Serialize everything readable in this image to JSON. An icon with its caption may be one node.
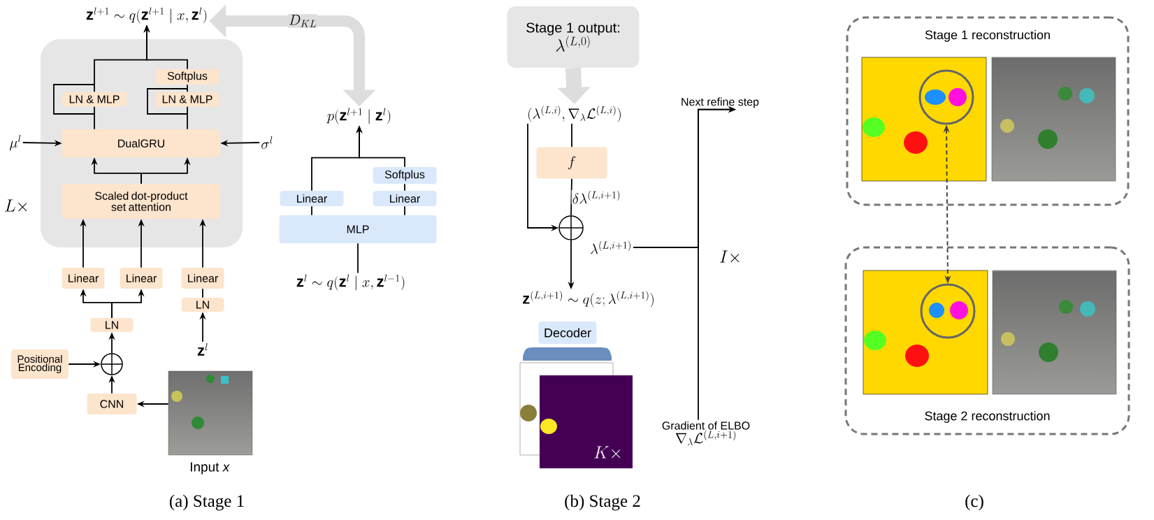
{
  "diagram": {
    "nodes": [
      {
        "text": [
          "\\mathbf{z}^{l+1} \\sim q(\\mathbf{z}^{l+1} \\mid x, \\mathbf{z}^{l})"
        ]
      },
      {
        "text": [],
        "shape": "box",
        "beside": [
          "L\\times"
        ]
      },
      {
        "text": [
          "Softplus"
        ],
        "in": 1
      },
      {
        "text": [
          "LN & MLP"
        ],
        "in": 1
      },
      {
        "text": [
          "LN & MLP"
        ],
        "in": 1
      },
      {
        "text": [
          "\\mu^{l}"
        ]
      },
      {
        "text": [
          "DualGRU"
        ],
        "in": 1
      },
      {
        "text": [
          "\\sigma^{l}"
        ]
      },
      {
        "text": [
          "Scaled dot-product set attention"
        ],
        "in": 1
      },
      {
        "text": [
          "p(\\mathbf{z}^{l+1} \\mid \\mathbf{z}^{l})"
        ]
      },
      {
        "text": [
          "Softplus"
        ]
      },
      {
        "text": [
          "Linear"
        ]
      },
      {
        "text": [
          "Linear"
        ]
      },
      {
        "text": [
          "MLP"
        ]
      },
      {
        "text": [
          "Linear"
        ]
      },
      {
        "text": [
          "Linear"
        ]
      },
      {
        "text": [
          "Linear"
        ]
      },
      {
        "text": [
          "\\mathbf{z}^{l} \\sim q(\\mathbf{z}^{l} \\mid x, \\mathbf{z}^{l-1})"
        ]
      },
      {
        "text": [
          "LN"
        ]
      },
      {
        "text": [
          "LN"
        ]
      },
      {
        "text": [
          "\\mathbf{z}^{l}"
        ]
      },
      {
        "text": [
          "Positional Encoding"
        ]
      },
      {
        "text": [],
        "shape": "circle"
      },
      {
        "text": [
          "CNN"
        ]
      },
      {
        "text": [],
        "shape": "picture",
        "beside": [
          "Input *x*"
        ]
      },
      {
        "text": [
          "Stage 1 output:",
          "\\lambda^{(L,0)}"
        ]
      },
      {
        "text": [
          "(\\lambda^{(L,i)}, \\nabla_{\\lambda}\\mathcal{L}^{(L,i)})"
        ]
      },
      {
        "text": [
          "Next refine step"
        ]
      },
      {
        "text": [
          "f"
        ]
      },
      {
        "text": [],
        "shape": "circle"
      },
      {
        "text": [
          "\\lambda^{(L,i+1)}"
        ]
      },
      {
        "text": [
          "\\mathbf{z}^{(L,i+1)} \\sim q(z; \\lambda^{(L,i+1)})"
        ]
      },
      {
        "text": [
          "Decoder"
        ]
      },
      {
        "text": [
          "Gradient of ELBO",
          "\\nabla_{\\lambda}\\mathcal{L}^{(L,i+1)}"
        ]
      },
      {
        "text": [
          "Stage 1 reconstruction"
        ]
      },
      {
        "text": [],
        "shape": "circle",
        "in": 34
      },
      {
        "text": [
          "Stage 2 reconstruction"
        ]
      },
      {
        "text": [],
        "shape": "circle",
        "in": 36
      }
    ],
    "edges": [
      {
        "from": 24,
        "to": 23,
        "arrow": "to"
      },
      {
        "from": 23,
        "to": 22,
        "arrow": "to"
      },
      {
        "from": 21,
        "to": 22,
        "arrow": "to"
      },
      {
        "from": 22,
        "to": 19,
        "arrow": "to"
      },
      {
        "from": 19,
        "to": 14,
        "arrow": "to"
      },
      {
        "from": 19,
        "to": 15,
        "arrow": "to"
      },
      {
        "from": 20,
        "to": 18,
        "arrow": "to"
      },
      {
        "from": 18,
        "to": 16,
        "arrow": "none"
      },
      {
        "from": 14,
        "to": 8,
        "arrow": "to"
      },
      {
        "from": 15,
        "to": 8,
        "arrow": "to"
      },
      {
        "from": 16,
        "to": 8,
        "arrow": "to"
      },
      {
        "from": 8,
        "to": 6,
        "arrow": "to"
      },
      {
        "from": 8,
        "to": 6,
        "arrow": "to"
      },
      {
        "from": 5,
        "to": 6,
        "arrow": "to"
      },
      {
        "from": 7,
        "to": 6,
        "arrow": "to"
      },
      {
        "from": 6,
        "to": 3,
        "arrow": "none"
      },
      {
        "from": 6,
        "to": 4,
        "arrow": "none"
      },
      {
        "from": 4,
        "to": 2,
        "arrow": "none"
      },
      {
        "from": 3,
        "to": 0,
        "arrow": "to"
      },
      {
        "from": 2,
        "to": 0,
        "arrow": "to"
      },
      {
        "from": 17,
        "to": 13,
        "arrow": "none"
      },
      {
        "from": 13,
        "to": 11,
        "arrow": "none"
      },
      {
        "from": 13,
        "to": 12,
        "arrow": "none"
      },
      {
        "from": 12,
        "to": 10,
        "arrow": "none"
      },
      {
        "from": 11,
        "to": 9,
        "arrow": "to"
      },
      {
        "from": 10,
        "to": 9,
        "arrow": "to"
      },
      {
        "from": 0,
        "to": 9,
        "arrow": "both",
        "label": "D_{KL}",
        "style": "thick",
        "color": "#dddddd"
      },
      {
        "from": 25,
        "to": 26,
        "arrow": "to",
        "style": "thick",
        "color": "#dddddd"
      },
      {
        "from": 26,
        "to": 28,
        "arrow": "none"
      },
      {
        "from": 26,
        "to": 29,
        "arrow": "to"
      },
      {
        "from": 28,
        "to": 29,
        "arrow": "none",
        "label": "\\delta\\lambda^{(L,i+1)}"
      },
      {
        "from": 29,
        "to": 31,
        "arrow": "to"
      },
      {
        "from": 30,
        "to": 27,
        "arrow": "to"
      },
      {
        "from": 33,
        "to": 27,
        "arrow": "to"
      },
      {
        "from": 35,
        "to": 37,
        "arrow": "both",
        "style": "dashed",
        "color": "#444444"
      }
    ],
    "labels": [
      "I\\times",
      "K\\times",
      "(a) Stage 1",
      "(b) Stage 2",
      "(c)"
    ]
  }
}
